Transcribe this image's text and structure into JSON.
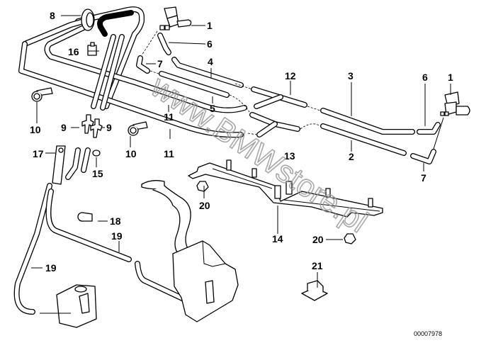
{
  "diagram": {
    "title": "Windshield washer system hoses",
    "diagram_number": "00007978",
    "watermark": "www.BMWstore.pl",
    "callouts": [
      {
        "id": "c1a",
        "label": "1"
      },
      {
        "id": "c1b",
        "label": "1"
      },
      {
        "id": "c2",
        "label": "2"
      },
      {
        "id": "c3",
        "label": "3"
      },
      {
        "id": "c4",
        "label": "4"
      },
      {
        "id": "c5",
        "label": "5"
      },
      {
        "id": "c6a",
        "label": "6"
      },
      {
        "id": "c6b",
        "label": "6"
      },
      {
        "id": "c7a",
        "label": "7"
      },
      {
        "id": "c7b",
        "label": "7"
      },
      {
        "id": "c8",
        "label": "8"
      },
      {
        "id": "c9a",
        "label": "9"
      },
      {
        "id": "c9b",
        "label": "9"
      },
      {
        "id": "c10a",
        "label": "10"
      },
      {
        "id": "c10b",
        "label": "10"
      },
      {
        "id": "c11a",
        "label": "11"
      },
      {
        "id": "c11b",
        "label": "11"
      },
      {
        "id": "c12",
        "label": "12"
      },
      {
        "id": "c13",
        "label": "13"
      },
      {
        "id": "c14",
        "label": "14"
      },
      {
        "id": "c15",
        "label": "15"
      },
      {
        "id": "c16",
        "label": "16"
      },
      {
        "id": "c17",
        "label": "17"
      },
      {
        "id": "c18",
        "label": "18"
      },
      {
        "id": "c19a",
        "label": "19"
      },
      {
        "id": "c19b",
        "label": "19"
      },
      {
        "id": "c20a",
        "label": "20"
      },
      {
        "id": "c20b",
        "label": "20"
      },
      {
        "id": "c21",
        "label": "21"
      }
    ]
  }
}
